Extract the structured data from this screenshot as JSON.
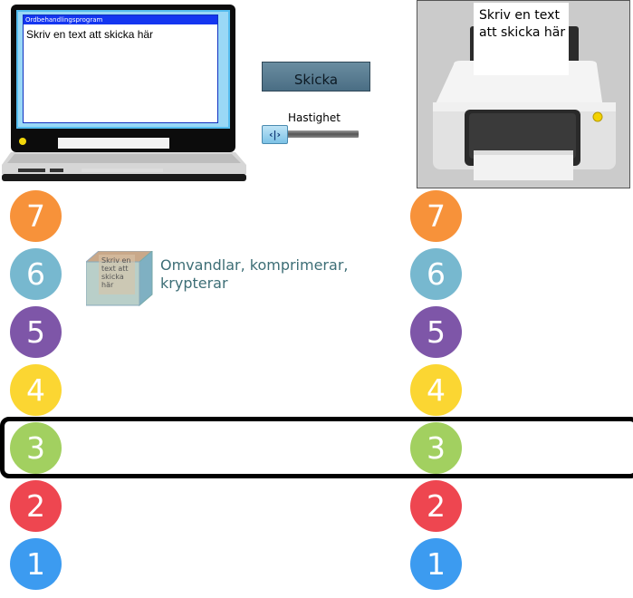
{
  "computer": {
    "window_title": "Ordbehandlingsprogram",
    "document_text": "Skriv en text att skicka här"
  },
  "controls": {
    "send_label": "Skicka",
    "speed_label": "Hastighet",
    "speed_thumb_glyph": "‹|›"
  },
  "printer": {
    "paper_text_line1": "Skriv en text",
    "paper_text_line2": "att skicka här"
  },
  "package": {
    "text": "Skriv en text att skicka här",
    "process_label": "Omvandlar, komprimerar, krypterar"
  },
  "layers": [
    {
      "number": "7",
      "color": "#f7923a"
    },
    {
      "number": "6",
      "color": "#77b8cf"
    },
    {
      "number": "5",
      "color": "#7e56a8"
    },
    {
      "number": "4",
      "color": "#fbd632"
    },
    {
      "number": "3",
      "color": "#a2d060"
    },
    {
      "number": "2",
      "color": "#ee4650"
    },
    {
      "number": "1",
      "color": "#3c9bf0"
    }
  ],
  "active_layer": "3"
}
